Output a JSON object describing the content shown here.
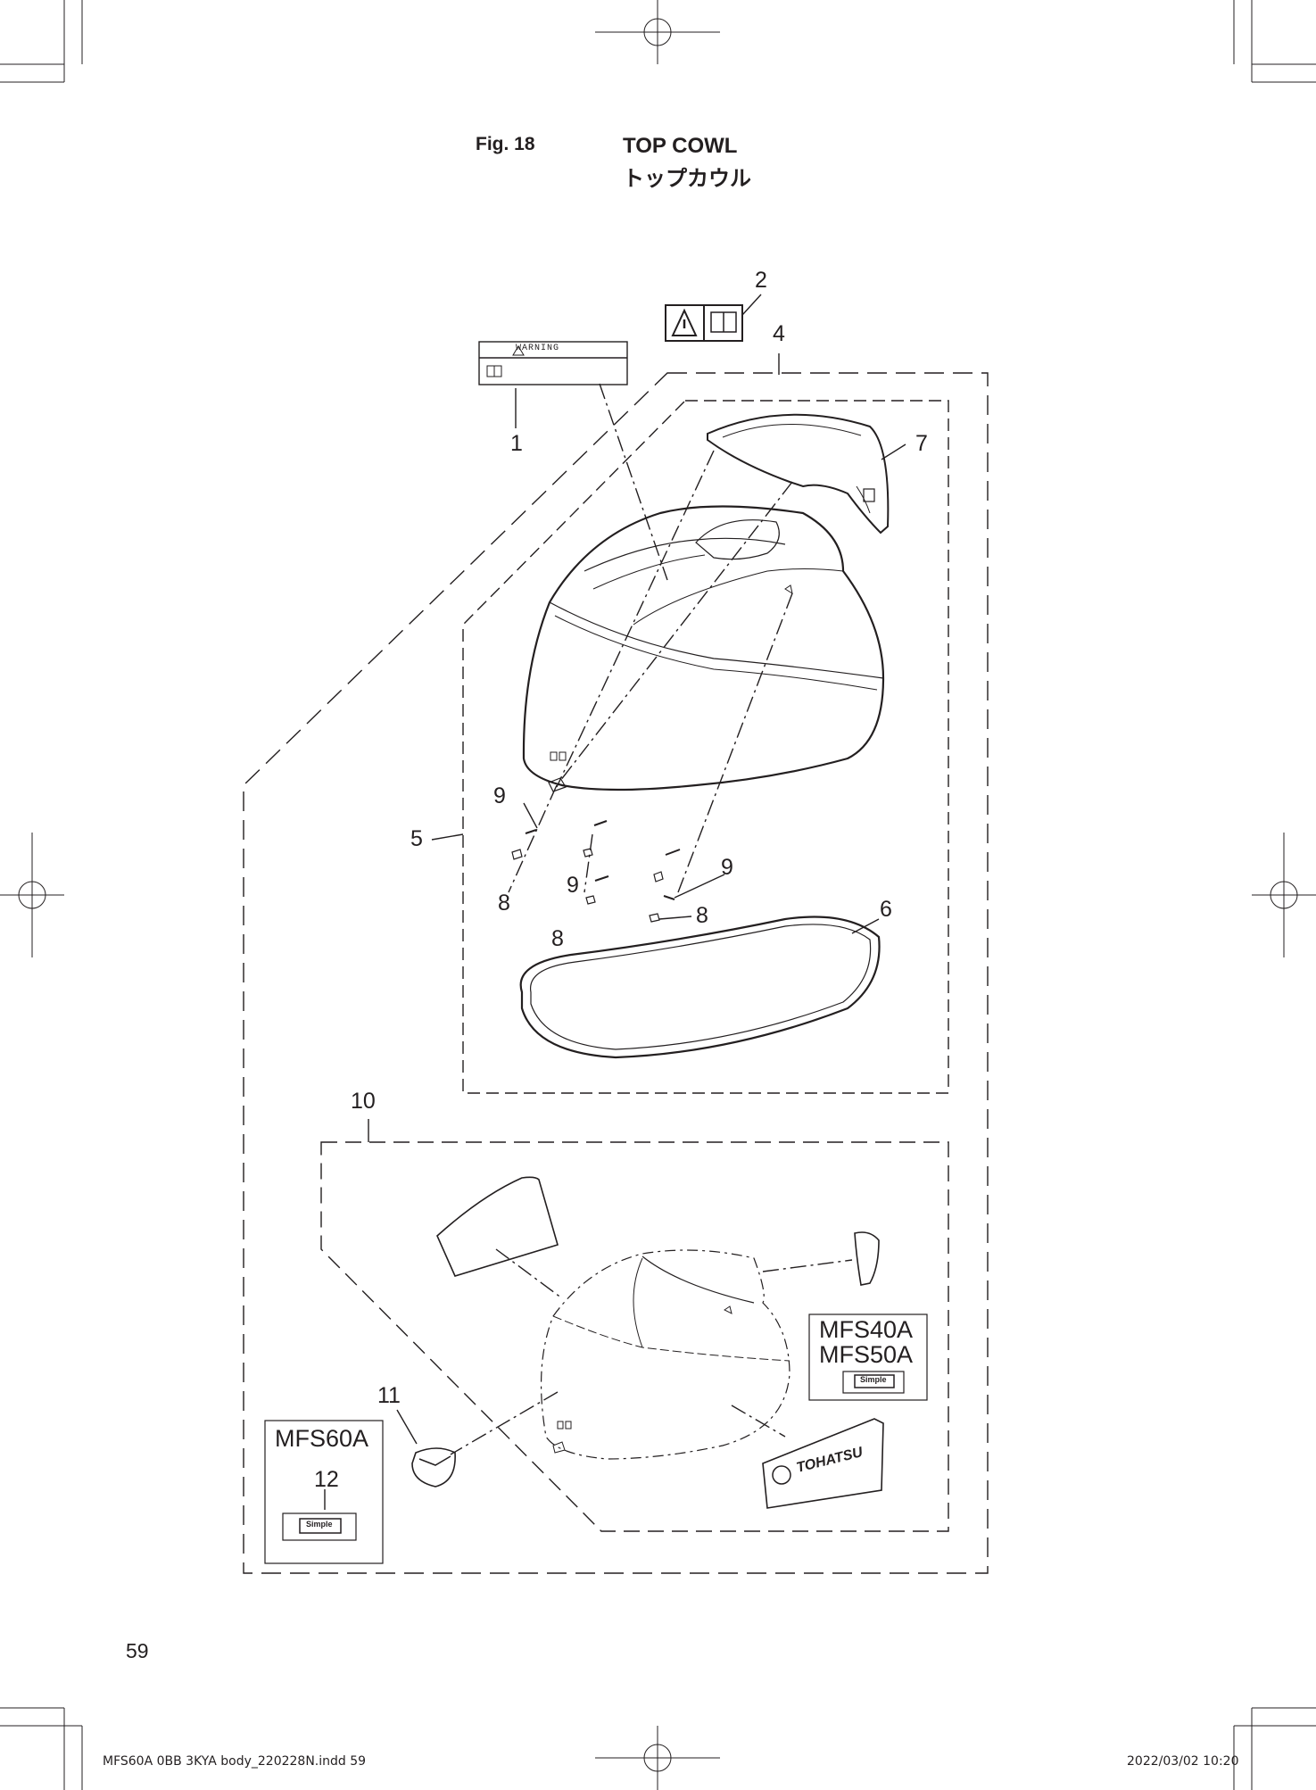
{
  "header": {
    "fig_label": "Fig. 18",
    "title_en": "TOP COWL",
    "title_jp": "トップカウル"
  },
  "warning_label": {
    "text": "WARNING"
  },
  "callouts": {
    "c1": "1",
    "c2": "2",
    "c4": "4",
    "c5": "5",
    "c6": "6",
    "c7": "7",
    "c8a": "8",
    "c8b": "8",
    "c8c": "8",
    "c9a": "9",
    "c9b": "9",
    "c9c": "9",
    "c10": "10",
    "c11": "11",
    "c12": "12"
  },
  "model_boxes": {
    "mfs60": "MFS60A",
    "mfs4050_line1": "MFS40A",
    "mfs4050_line2": "MFS50A"
  },
  "decal_brand": "TOHATSU",
  "badge_text": "Simple",
  "footer": {
    "page_number": "59",
    "file_slug": "MFS60A 0BB 3KYA body_220228N.indd   59",
    "timestamp": "2022/03/02   10:20"
  },
  "colors": {
    "ink": "#231f20"
  }
}
